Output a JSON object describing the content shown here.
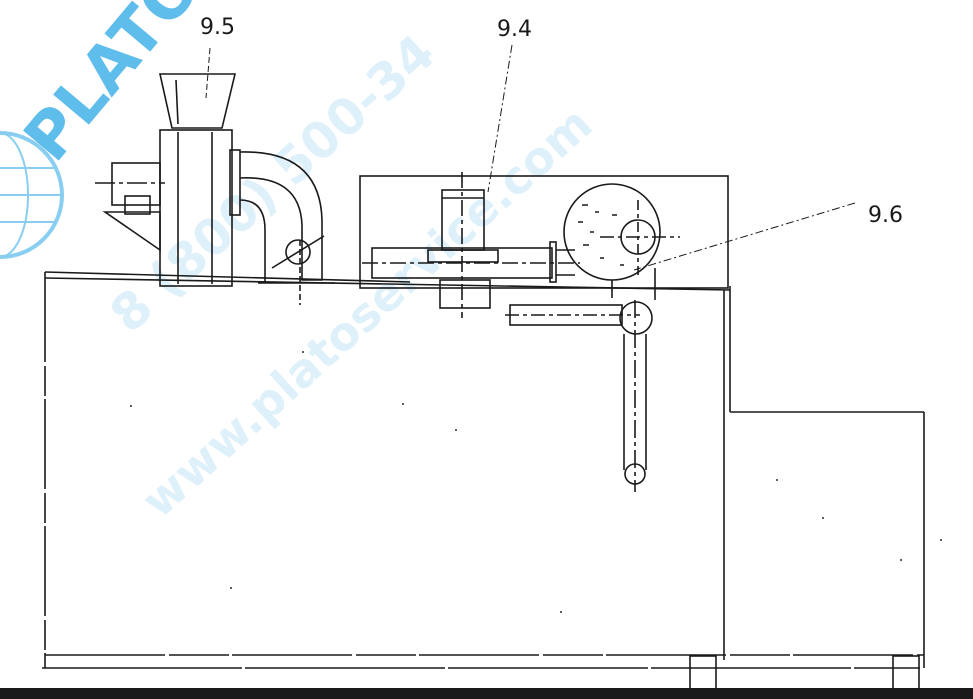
{
  "labels": {
    "part_9_5": "9.5",
    "part_9_4": "9.4",
    "part_9_6": "9.6"
  },
  "watermark": {
    "logo_text": "PLATO",
    "phone": "8 (800) 500-34",
    "url": "www.platoservice.com"
  },
  "colors": {
    "line": "#1a1a1a",
    "watermark": "#1d9be0",
    "logo": "#2aa7e6"
  }
}
